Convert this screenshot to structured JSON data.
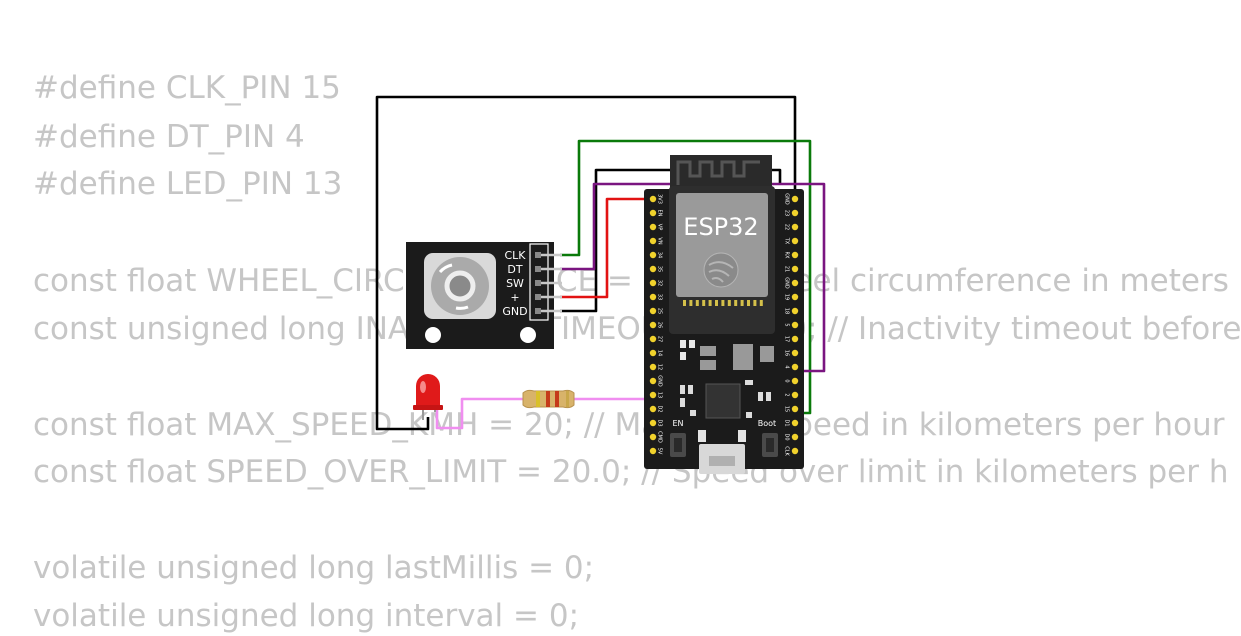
{
  "code_lines": [
    "#define CLK_PIN 15",
    "#define DT_PIN 4",
    "#define LED_PIN 13",
    "",
    "const float WHEEL_CIRCUMFERENCE = 2.0; // Wheel circumference in meters",
    "const unsigned long INACTIVITY_TIMEOUT = 5000; // Inactivity timeout before",
    "",
    "const float MAX_SPEED_KMH = 20; // Maximum speed in kilometers per hour",
    "const float SPEED_OVER_LIMIT = 20.0; // Speed over limit in kilometers per h",
    "",
    "volatile unsigned long lastMillis = 0;",
    "volatile unsigned long interval = 0;"
  ],
  "encoder": {
    "pins": [
      "CLK",
      "DT",
      "SW",
      "+",
      "GND"
    ]
  },
  "esp32": {
    "title": "ESP32",
    "left_pins": [
      "3V3",
      "EN",
      "VP",
      "VN",
      "34",
      "35",
      "32",
      "33",
      "25",
      "26",
      "27",
      "14",
      "12",
      "GND",
      "13",
      "D2",
      "D3",
      "CMD",
      "5V"
    ],
    "right_pins": [
      "GND",
      "23",
      "22",
      "TX",
      "RX",
      "21",
      "GND",
      "19",
      "18",
      "5",
      "17",
      "16",
      "4",
      "0",
      "2",
      "15",
      "D1",
      "D0",
      "CLK"
    ],
    "buttons": [
      "EN",
      "Boot"
    ]
  },
  "colors": {
    "code_text": "#c6c6c6",
    "board": "#1b1b1b",
    "pin": "#f1d22c",
    "wire_black": "#000000",
    "wire_green": "#0a7a0a",
    "wire_purple": "#7a1580",
    "wire_red": "#e21212",
    "wire_pink": "#f08ef0",
    "led": "#e01a1a"
  }
}
